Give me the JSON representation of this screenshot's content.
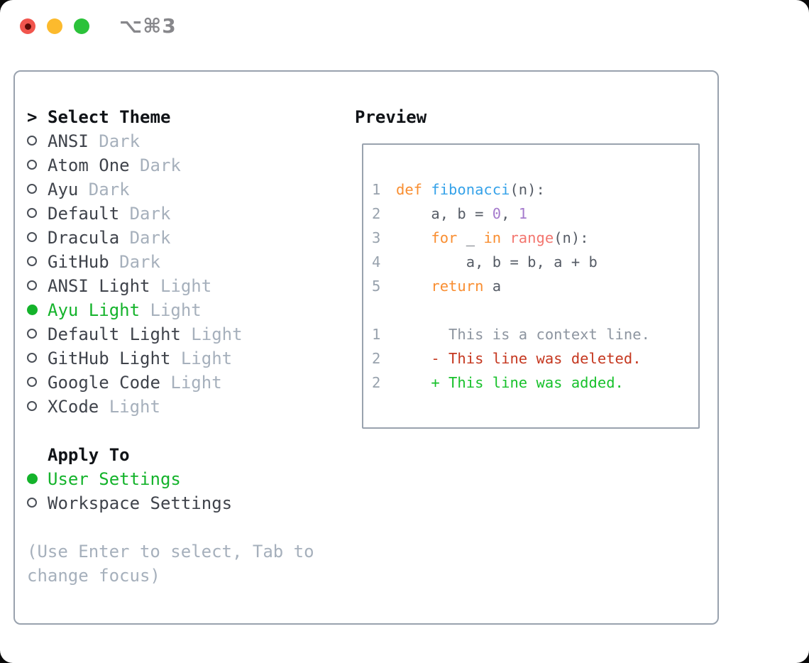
{
  "window": {
    "shortcut_label": "⌥⌘3",
    "traffic_lights": [
      "close",
      "minimize",
      "zoom"
    ]
  },
  "theme_panel": {
    "title": "Select Theme",
    "prompt": ">",
    "themes": [
      {
        "name": "ANSI",
        "variant": "Dark",
        "selected": false
      },
      {
        "name": "Atom One",
        "variant": "Dark",
        "selected": false
      },
      {
        "name": "Ayu",
        "variant": "Dark",
        "selected": false
      },
      {
        "name": "Default",
        "variant": "Dark",
        "selected": false
      },
      {
        "name": "Dracula",
        "variant": "Dark",
        "selected": false
      },
      {
        "name": "GitHub",
        "variant": "Dark",
        "selected": false
      },
      {
        "name": "ANSI Light",
        "variant": "Light",
        "selected": false
      },
      {
        "name": "Ayu Light",
        "variant": "Light",
        "selected": true
      },
      {
        "name": "Default Light",
        "variant": "Light",
        "selected": false
      },
      {
        "name": "GitHub Light",
        "variant": "Light",
        "selected": false
      },
      {
        "name": "Google Code",
        "variant": "Light",
        "selected": false
      },
      {
        "name": "XCode",
        "variant": "Light",
        "selected": false
      }
    ],
    "apply_to": {
      "title": "Apply To",
      "options": [
        {
          "label": "User Settings",
          "selected": true
        },
        {
          "label": "Workspace Settings",
          "selected": false
        }
      ]
    },
    "hint_lines": [
      "(Use Enter to select, Tab to",
      "change focus)"
    ]
  },
  "preview_panel": {
    "title": "Preview",
    "lines": [
      {
        "num": "1",
        "segments": [
          {
            "t": "def",
            "c": "keyword"
          },
          {
            "t": " ",
            "c": "plain"
          },
          {
            "t": "fibonacci",
            "c": "function"
          },
          {
            "t": "(n):",
            "c": "plain"
          }
        ]
      },
      {
        "num": "2",
        "segments": [
          {
            "t": "    a, b = ",
            "c": "plain"
          },
          {
            "t": "0",
            "c": "number"
          },
          {
            "t": ", ",
            "c": "plain"
          },
          {
            "t": "1",
            "c": "number"
          }
        ]
      },
      {
        "num": "3",
        "segments": [
          {
            "t": "    ",
            "c": "plain"
          },
          {
            "t": "for",
            "c": "keyword"
          },
          {
            "t": " _ ",
            "c": "plain"
          },
          {
            "t": "in",
            "c": "keyword"
          },
          {
            "t": " ",
            "c": "plain"
          },
          {
            "t": "range",
            "c": "builtin"
          },
          {
            "t": "(n):",
            "c": "plain"
          }
        ]
      },
      {
        "num": "4",
        "segments": [
          {
            "t": "        a, b = b, a + b",
            "c": "plain"
          }
        ]
      },
      {
        "num": "5",
        "segments": [
          {
            "t": "    ",
            "c": "plain"
          },
          {
            "t": "return",
            "c": "keyword"
          },
          {
            "t": " a",
            "c": "plain"
          }
        ]
      },
      {
        "num": "",
        "segments": []
      },
      {
        "num": "1",
        "segments": [
          {
            "t": "      This is a context line.",
            "c": "context"
          }
        ]
      },
      {
        "num": "2",
        "segments": [
          {
            "t": "    - This line was deleted.",
            "c": "deleted"
          }
        ]
      },
      {
        "num": "2",
        "segments": [
          {
            "t": "    + This line was added.",
            "c": "added"
          }
        ]
      }
    ]
  },
  "colors": {
    "border": "#99a2ae",
    "heading": "#101317",
    "item_text": "#3f434b",
    "muted": "#a6b0bc",
    "selected_green": "#14b32b",
    "linenum": "#98a2ad",
    "code_plain": "#565c66",
    "code_keyword": "#f98e31",
    "code_function": "#35a2e9",
    "code_number": "#a57bcd",
    "code_builtin": "#f3766f",
    "diff_context": "#8d95a0",
    "diff_deleted": "#c5371f",
    "diff_added": "#17c12b",
    "titlebar_text": "#87878b",
    "light_red": "#f1554d",
    "light_red_dot": "#5c0b06",
    "light_yellow": "#fcba2d",
    "light_green": "#2bc23a"
  }
}
